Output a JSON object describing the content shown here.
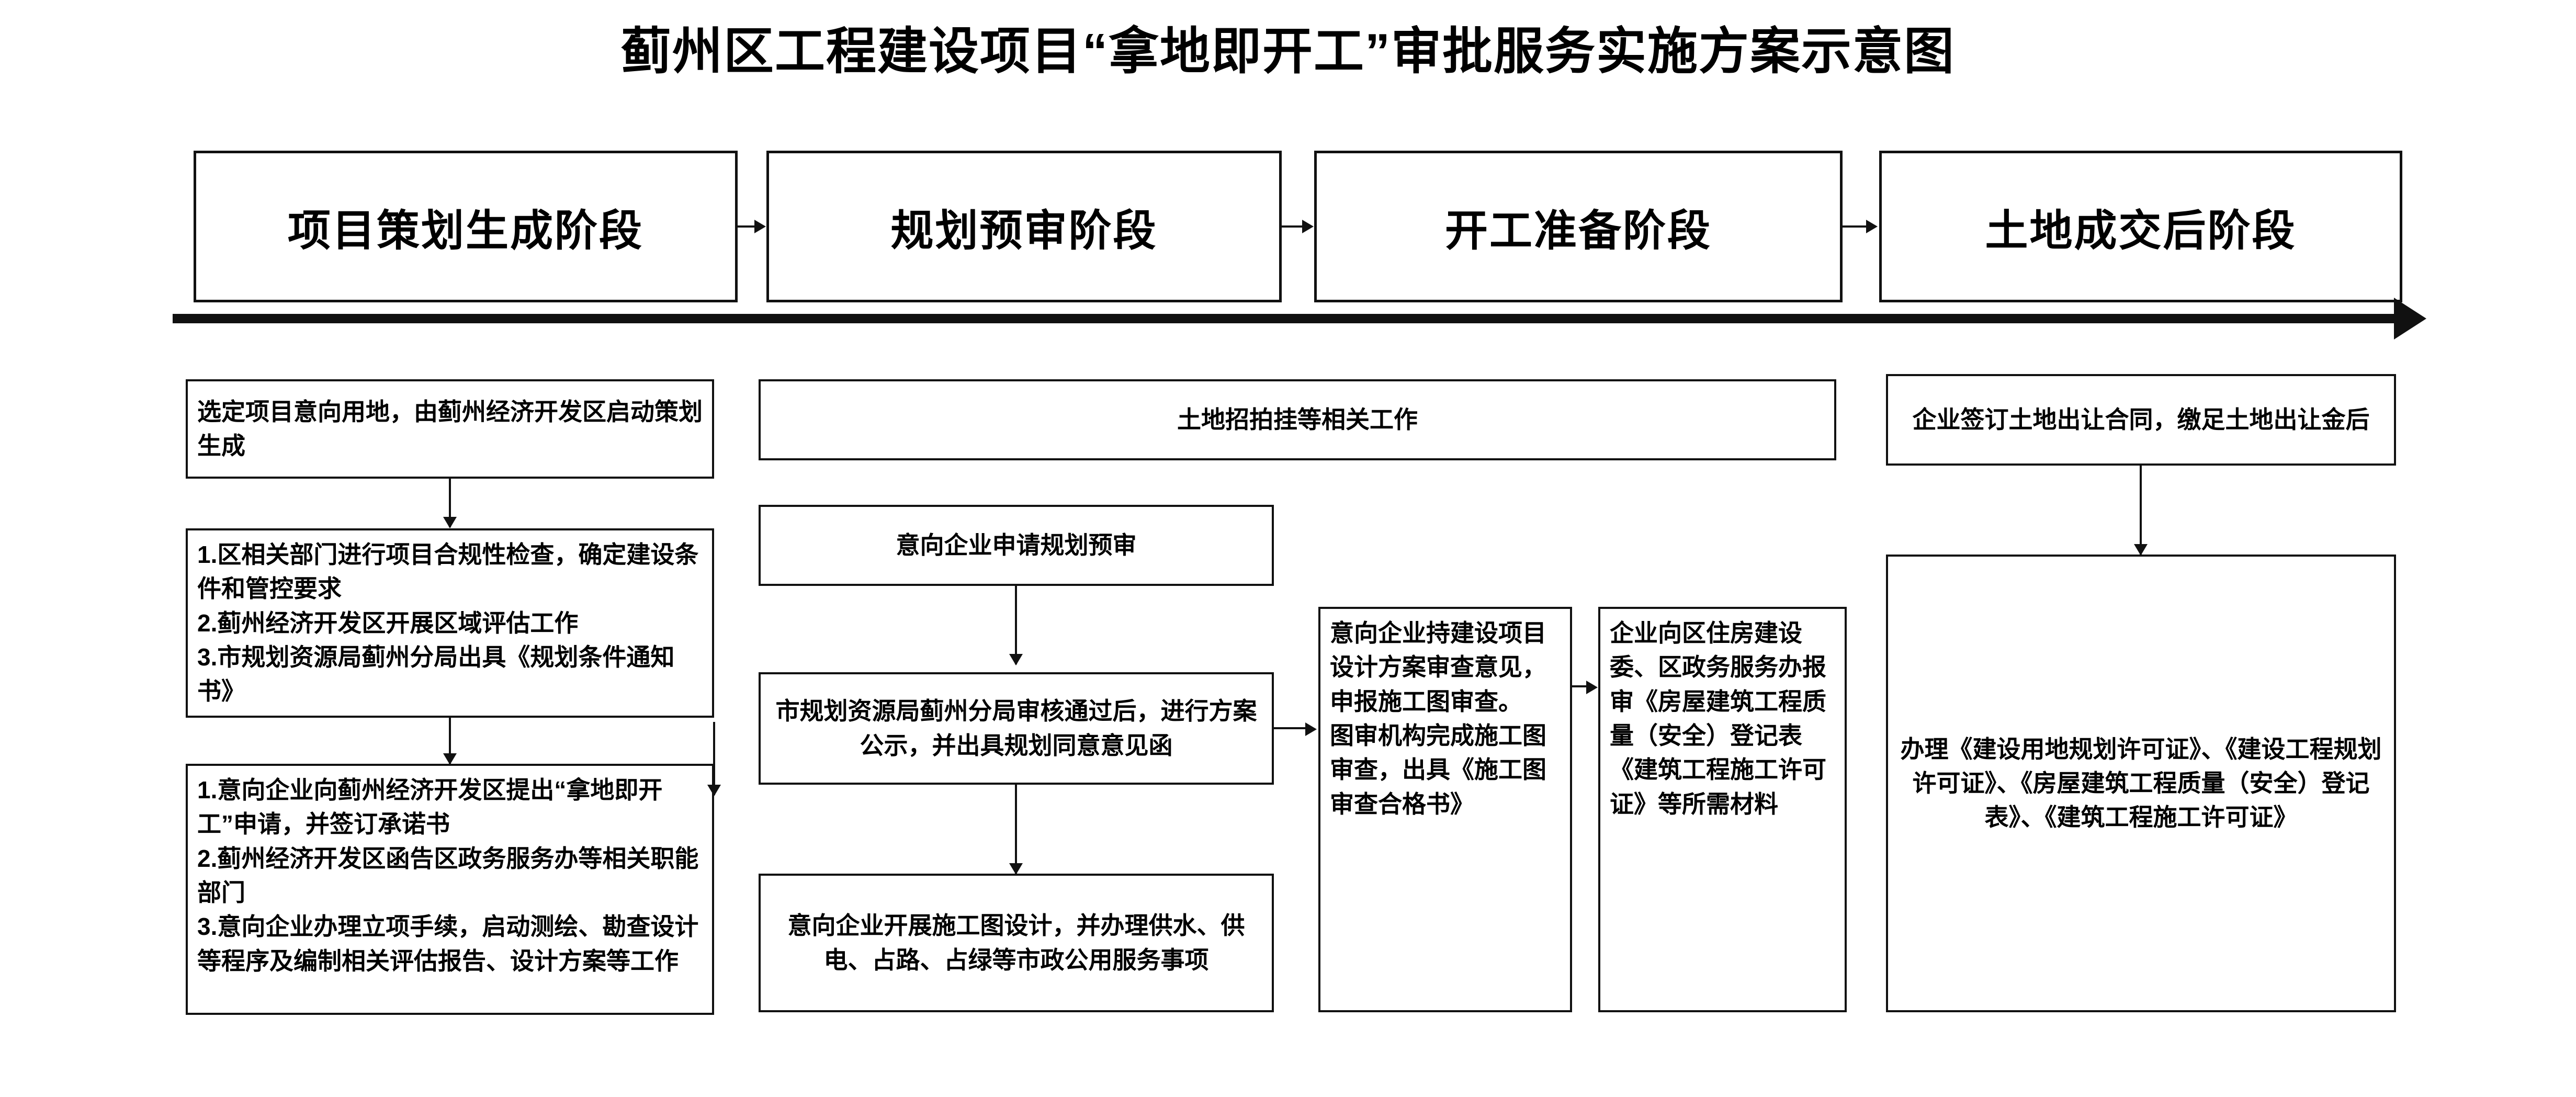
{
  "page": {
    "title": "蓟州区工程建设项目“拿地即开工”审批服务实施方案示意图",
    "background_color": "#ffffff",
    "line_color": "#111111"
  },
  "phases": [
    {
      "id": "phase-1",
      "label": "项目策划生成阶段"
    },
    {
      "id": "phase-2",
      "label": "规划预审阶段"
    },
    {
      "id": "phase-3",
      "label": "开工准备阶段"
    },
    {
      "id": "phase-4",
      "label": "土地成交后阶段"
    }
  ],
  "columns": {
    "col1": {
      "steps": [
        {
          "id": "c1-s1",
          "text": "选定项目意向用地，由蓟州经济开发区启动策划生成"
        },
        {
          "id": "c1-s2",
          "text": "1.区相关部门进行项目合规性检查，确定建设条件和管控要求\n2.蓟州经济开发区开展区域评估工作\n3.市规划资源局蓟州分局出具《规划条件通知书》"
        },
        {
          "id": "c1-s3",
          "text": "1.意向企业向蓟州经济开发区提出“拿地即开工”申请，并签订承诺书\n2.蓟州经济开发区函告区政务服务办等相关职能部门\n3.意向企业办理立项手续，启动测绘、勘查设计等程序及编制相关评估报告、设计方案等工作"
        }
      ]
    },
    "col_wide": {
      "steps": [
        {
          "id": "cw-s1",
          "text": "土地招拍挂等相关工作"
        }
      ]
    },
    "col2": {
      "steps": [
        {
          "id": "c2-s1",
          "text": "意向企业申请规划预审"
        },
        {
          "id": "c2-s2",
          "text": "市规划资源局蓟州分局审核通过后，进行方案公示，并出具规划同意意见函"
        },
        {
          "id": "c2-s3",
          "text": "意向企业开展施工图设计，并办理供水、供电、占路、占绿等市政公用服务事项"
        }
      ]
    },
    "col3": {
      "steps": [
        {
          "id": "c3-s1",
          "text": "意向企业持建设项目设计方案审查意见，申报施工图审查。\n图审机构完成施工图审查，出具《施工图审查合格书》"
        }
      ]
    },
    "col4": {
      "steps": [
        {
          "id": "c4-s1",
          "text": "企业向区住房建设委、区政务服务办报审《房屋建筑工程质量（安全）登记表《建筑工程施工许可证》等所需材料"
        }
      ]
    },
    "col5": {
      "steps": [
        {
          "id": "c5-s1",
          "text": "企业签订土地出让合同，缴足土地出让金后"
        },
        {
          "id": "c5-s2",
          "text": "办理《建设用地规划许可证》、《建设工程规划许可证》、《房屋建筑工程质量（安全）登记表》、《建筑工程施工许可证》"
        }
      ]
    }
  }
}
